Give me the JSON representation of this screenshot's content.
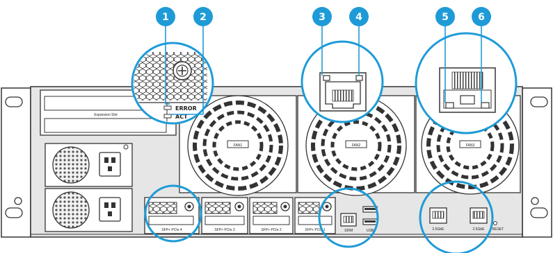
{
  "callouts": [
    {
      "number": "1",
      "color": "#1e9bd7"
    },
    {
      "number": "2",
      "color": "#1e9bd7"
    },
    {
      "number": "3",
      "color": "#1e9bd7"
    },
    {
      "number": "4",
      "color": "#1e9bd7"
    },
    {
      "number": "5",
      "color": "#1e9bd7"
    },
    {
      "number": "6",
      "color": "#1e9bd7"
    }
  ],
  "expansion_slot": {
    "label": "Expansion Slot"
  },
  "status_leds": {
    "error": "ERROR",
    "act": "ACT"
  },
  "fans": [
    {
      "label": "FAN1"
    },
    {
      "label": "FAN2"
    },
    {
      "label": "FAN3"
    }
  ],
  "pcie_slots": [
    {
      "label": "SFP+ PCIe 4"
    },
    {
      "label": "SFP+ PCIe 3"
    },
    {
      "label": "SFP+ PCIe 2"
    },
    {
      "label": "SFP+ PCIe 1"
    }
  ],
  "ports": {
    "port_100m": "100M",
    "usb": "USB",
    "port_2_5g_a": "2.5GbE",
    "port_2_5g_b": "2.5GbE",
    "reset": "RESET"
  },
  "colors": {
    "accent": "#1e9bd7",
    "chassis": "#e6e6e6",
    "outline": "#333333"
  }
}
